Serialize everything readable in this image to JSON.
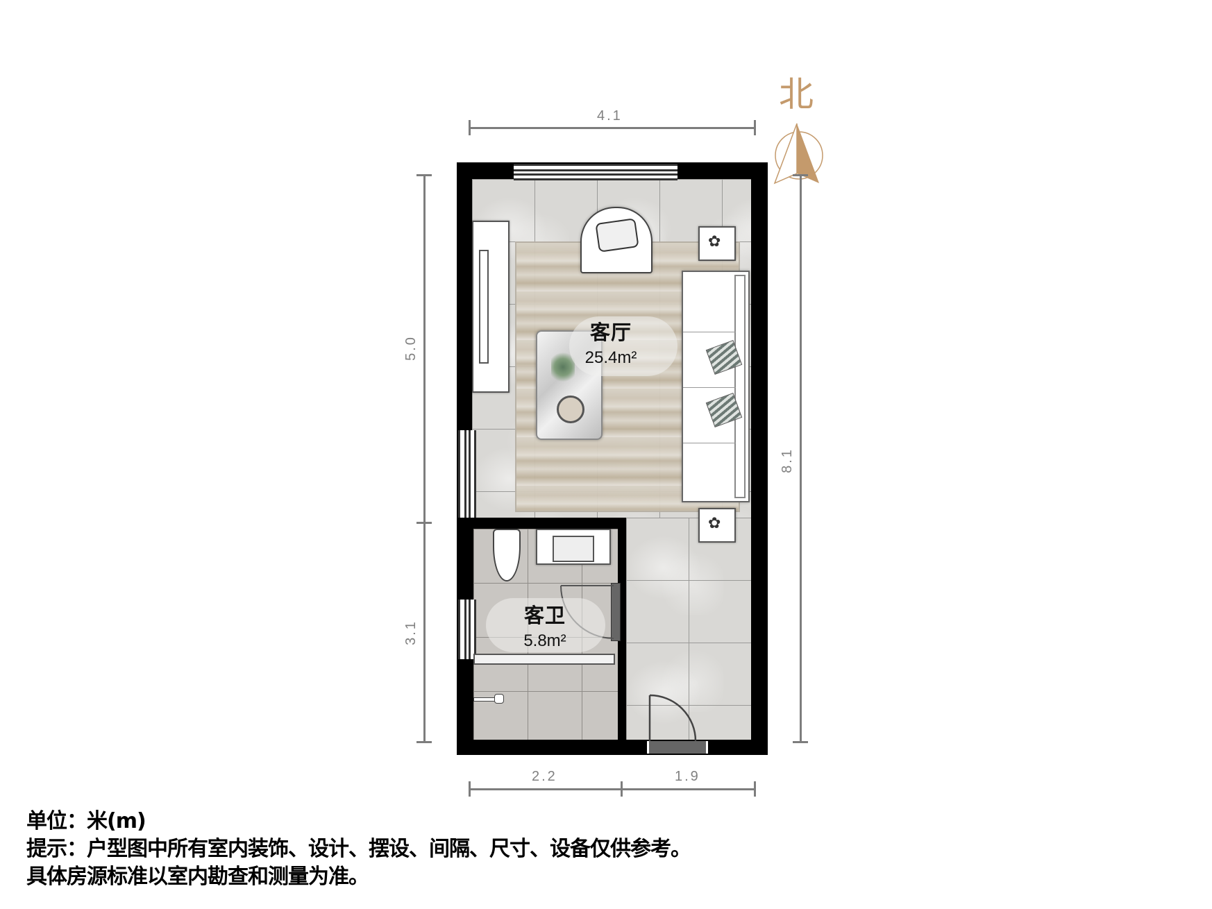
{
  "compass": {
    "label": "北",
    "color": "#c49a6c"
  },
  "dimensions": {
    "top_width": "4.1",
    "left_upper": "5.0",
    "left_lower": "3.1",
    "right_total": "8.1",
    "bottom_left": "2.2",
    "bottom_right": "1.9"
  },
  "rooms": [
    {
      "name": "客厅",
      "area": "25.4m²"
    },
    {
      "name": "客卫",
      "area": "5.8m²"
    }
  ],
  "furniture": {
    "living_room": [
      "tv-cabinet",
      "armchair",
      "coffee-table",
      "sofa",
      "side-table-top",
      "side-table-bottom",
      "rug"
    ],
    "bathroom": [
      "toilet",
      "vanity-sink",
      "shower-door",
      "shower-fixture"
    ]
  },
  "notes": {
    "unit": "单位：米(m)",
    "disclaimer_line1": "提示：户型图中所有室内装饰、设计、摆设、间隔、尺寸、设备仅供参考。",
    "disclaimer_line2": "具体房源标准以室内勘查和测量为准。"
  },
  "colors": {
    "wall": "#000000",
    "dimension_line": "#7d7d7d",
    "compass_accent": "#c49a6c"
  }
}
